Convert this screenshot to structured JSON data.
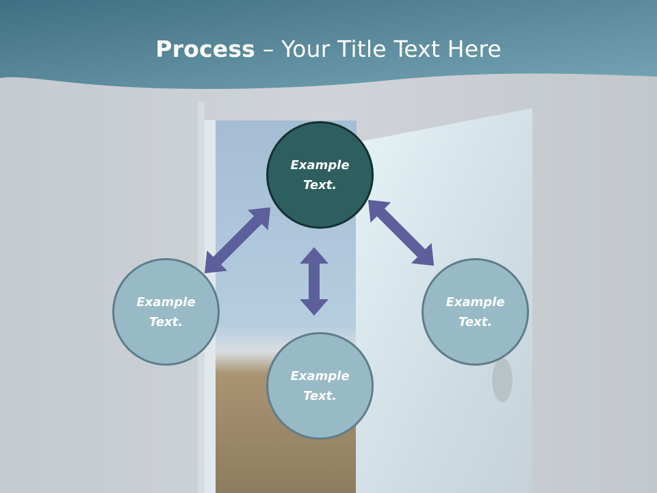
{
  "slide": {
    "title_strong": "Process",
    "title_rest": " – Your Title Text Here"
  },
  "nodes": {
    "top": "Example\nText.",
    "left": "Example\nText.",
    "right": "Example\nText.",
    "bottom": "Example\nText."
  },
  "colors": {
    "header": "#4e8596",
    "primary_circle": "#2e5f60",
    "secondary_circle": "#98bac6",
    "arrow": "#5c5f9b",
    "background": "#c9ced2"
  }
}
